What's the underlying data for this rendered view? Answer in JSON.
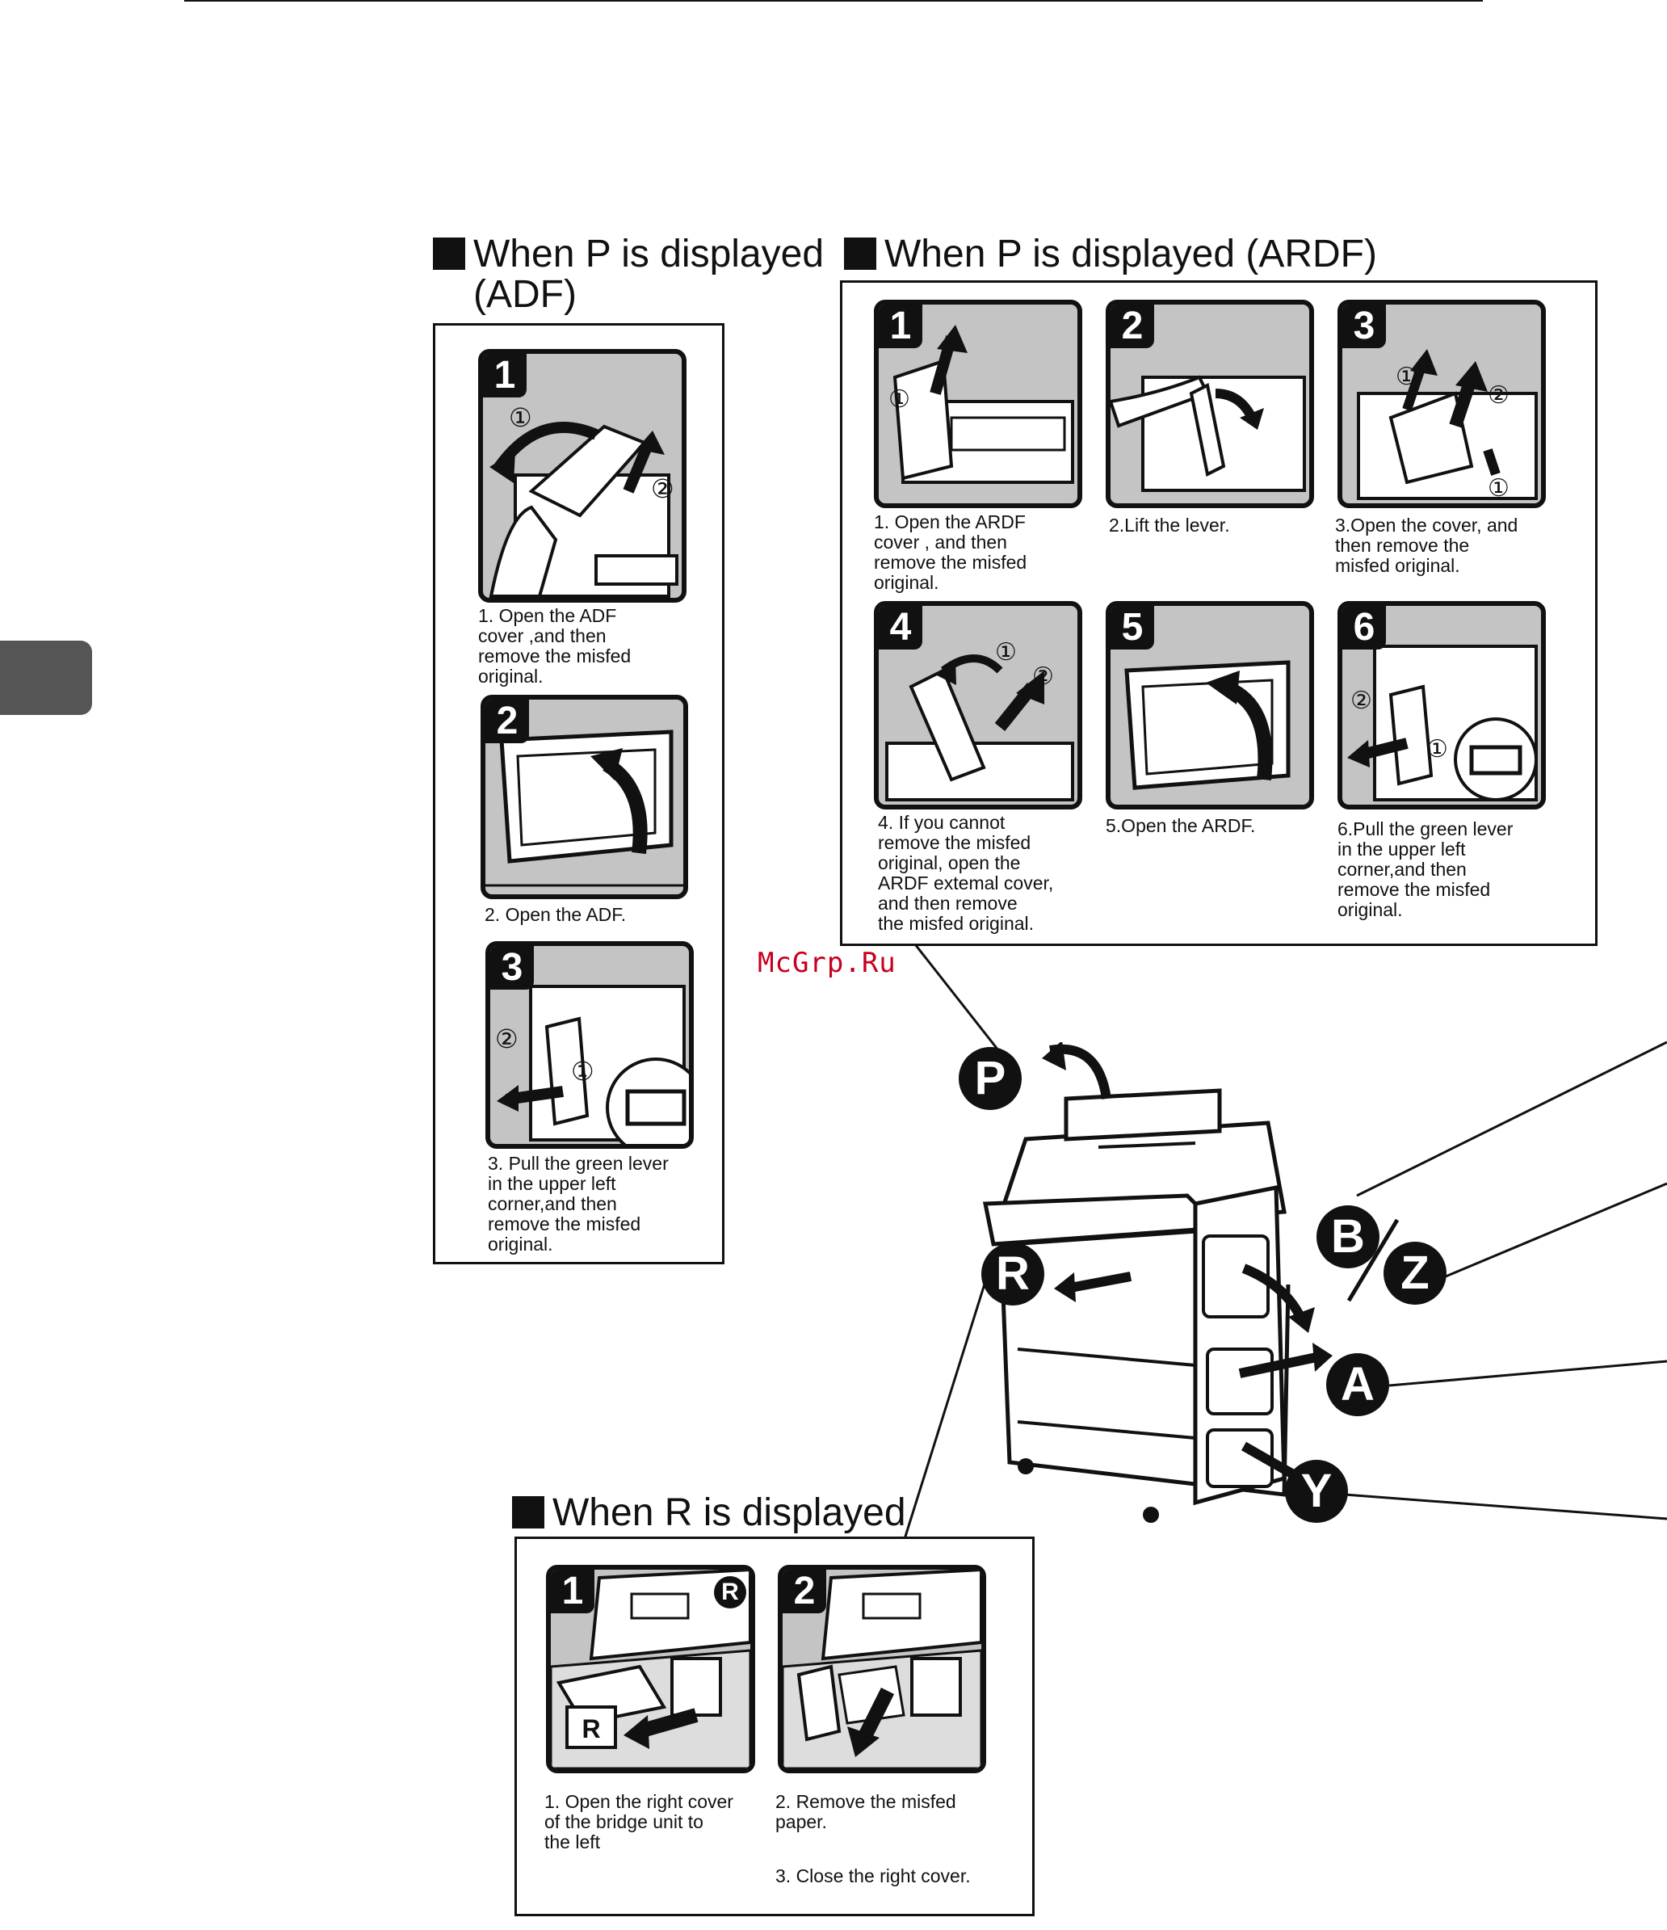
{
  "side_tab_color": "#555555",
  "watermark": "McGrp.Ru",
  "sections": {
    "adf": {
      "heading_line1": "When P is displayed",
      "heading_line2": "(ADF)",
      "steps": [
        {
          "num": "1",
          "text": "1. Open the ADF\n    cover ,and then\n    remove the misfed\n    original."
        },
        {
          "num": "2",
          "text": "2. Open the ADF."
        },
        {
          "num": "3",
          "text": "3. Pull the green lever\n    in the upper left\n    corner,and then\n    remove the misfed\n    original."
        }
      ]
    },
    "ardf": {
      "heading": "When P is displayed (ARDF)",
      "steps": [
        {
          "num": "1",
          "text": "1. Open the ARDF\n    cover , and then\n    remove the misfed\n    original."
        },
        {
          "num": "2",
          "text": "2.Lift the lever."
        },
        {
          "num": "3",
          "text": "3.Open the cover, and\n   then remove the\n   misfed original."
        },
        {
          "num": "4",
          "text": "4. If you cannot\n    remove the misfed\n    original, open the\n    ARDF extemal cover,\n    and then remove\n    the misfed original."
        },
        {
          "num": "5",
          "text": "5.Open the ARDF."
        },
        {
          "num": "6",
          "text": "6.Pull the green lever\n   in the upper left\n   corner,and then\n   remove the misfed\n   original."
        }
      ]
    },
    "r": {
      "heading": "When R is displayed",
      "steps": [
        {
          "num": "1",
          "text": "1. Open the right cover\n    of the bridge unit to\n    the left"
        },
        {
          "num": "2",
          "text": "2. Remove the misfed\n    paper."
        }
      ],
      "extra_step": "3. Close the right cover."
    }
  },
  "badges": {
    "p": "P",
    "r": "R",
    "b": "B",
    "z": "Z",
    "a": "A",
    "y": "Y",
    "panel_r_mark": "R",
    "panel_r_label": "R"
  },
  "circled_numbers": {
    "one": "①",
    "two": "②"
  }
}
